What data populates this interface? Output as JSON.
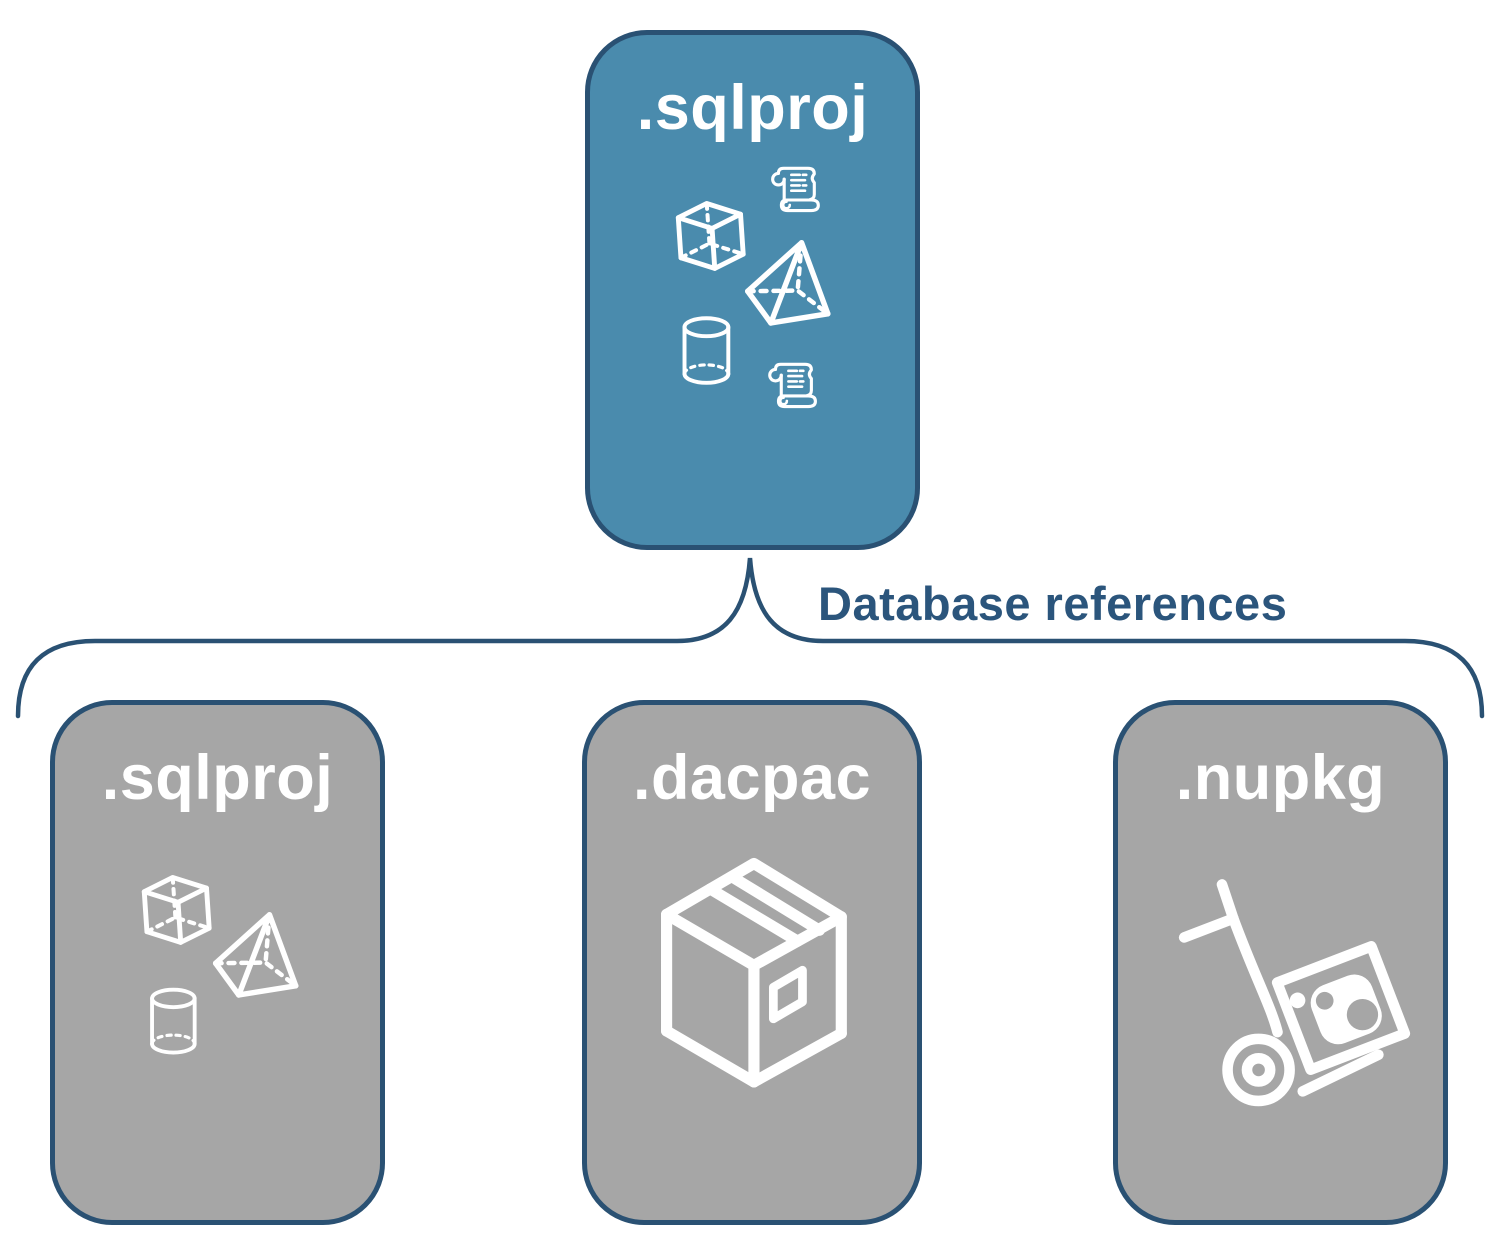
{
  "diagram": {
    "top_node": {
      "label": ".sqlproj",
      "icons": [
        "scroll-icon",
        "cube-icon",
        "pyramid-icon",
        "cylinder-icon",
        "scroll-icon"
      ],
      "fill_color": "#4a8bad"
    },
    "connector_label": "Database references",
    "bottom_nodes": [
      {
        "label": ".sqlproj",
        "icons": [
          "cube-icon",
          "pyramid-icon",
          "cylinder-icon"
        ],
        "fill_color": "#a6a6a6"
      },
      {
        "label": ".dacpac",
        "icons": [
          "package-box-icon"
        ],
        "fill_color": "#a6a6a6"
      },
      {
        "label": ".nupkg",
        "icons": [
          "nuget-hand-truck-icon"
        ],
        "fill_color": "#a6a6a6"
      }
    ],
    "colors": {
      "accent_blue": "#4a8bad",
      "node_gray": "#a6a6a6",
      "outline_navy": "#2a5173",
      "connector_text_navy": "#2b557c",
      "icon_white": "#ffffff",
      "background": "#ffffff"
    }
  }
}
